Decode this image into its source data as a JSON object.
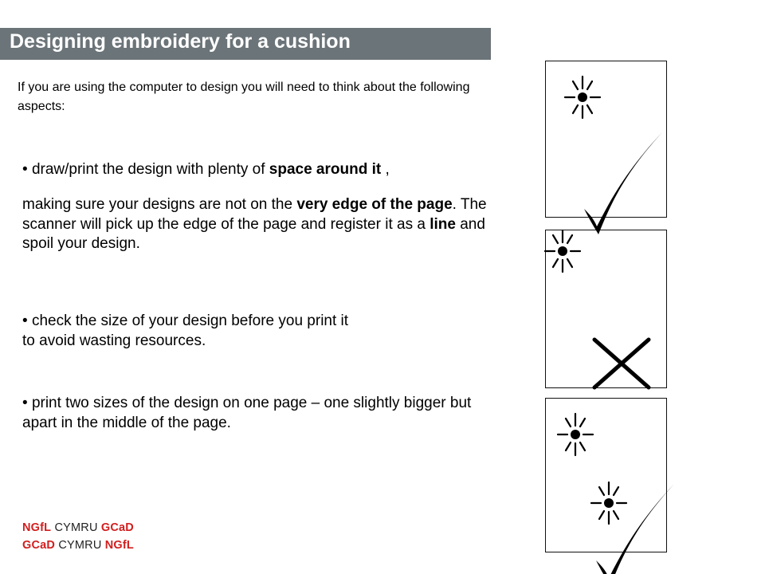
{
  "title": "Designing embroidery for a cushion",
  "intro": "If you are using the computer to design you will need to think about the following aspects:",
  "bullet": "•",
  "points": {
    "p1_prefix": "draw/print the design with plenty of ",
    "p1_bold": "space around it",
    "p1_suffix": " ,",
    "p2_a": "making sure your designs are not on the ",
    "p2_bold1": "very edge of the page",
    "p2_b": ". The scanner will pick up the edge of the page and register it as a ",
    "p2_bold2": "line",
    "p2_c": " and spoil your design.",
    "p3_line1": "check the size of your design before you print it",
    "p3_line2": "to avoid wasting resources.",
    "p4": "print two sizes of the design on one page – one slightly bigger but  apart in the middle of the page."
  },
  "logos": {
    "line1": {
      "a": "NGfL",
      "b": " CYMRU ",
      "c": "GCaD"
    },
    "line2": {
      "a": "GCaD",
      "b": " CYMRU ",
      "c": "NGfL"
    }
  },
  "colors": {
    "title_bar": "#6b7479",
    "logo_red": "#d21e1e"
  },
  "icons": [
    "sun-icon",
    "sun-icon",
    "sun-icon",
    "sun-icon",
    "checkmark-icon",
    "cross-icon",
    "checkmark-icon"
  ]
}
